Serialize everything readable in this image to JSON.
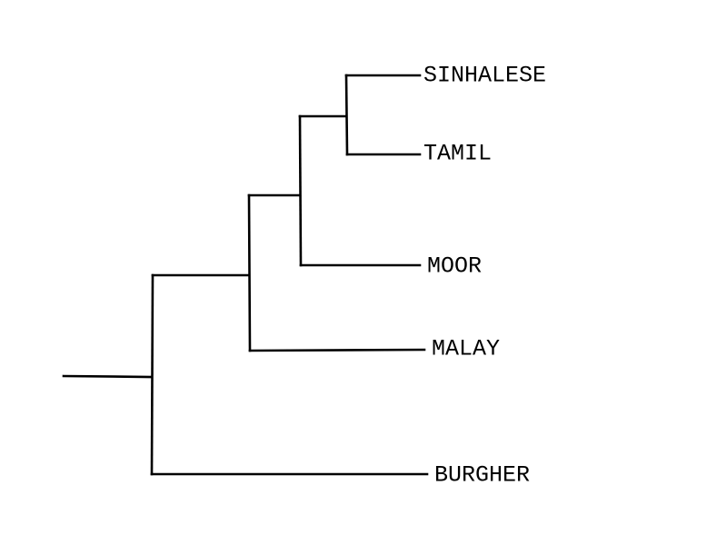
{
  "tree": {
    "leaves": [
      {
        "id": "sinhalese",
        "label": "SINHALESE"
      },
      {
        "id": "tamil",
        "label": "TAMIL"
      },
      {
        "id": "moor",
        "label": "MOOR"
      },
      {
        "id": "malay",
        "label": "MALAY"
      },
      {
        "id": "burgher",
        "label": "BURGHER"
      }
    ],
    "colors": {
      "line": "#000000",
      "text": "#000000",
      "background": "#ffffff"
    }
  }
}
